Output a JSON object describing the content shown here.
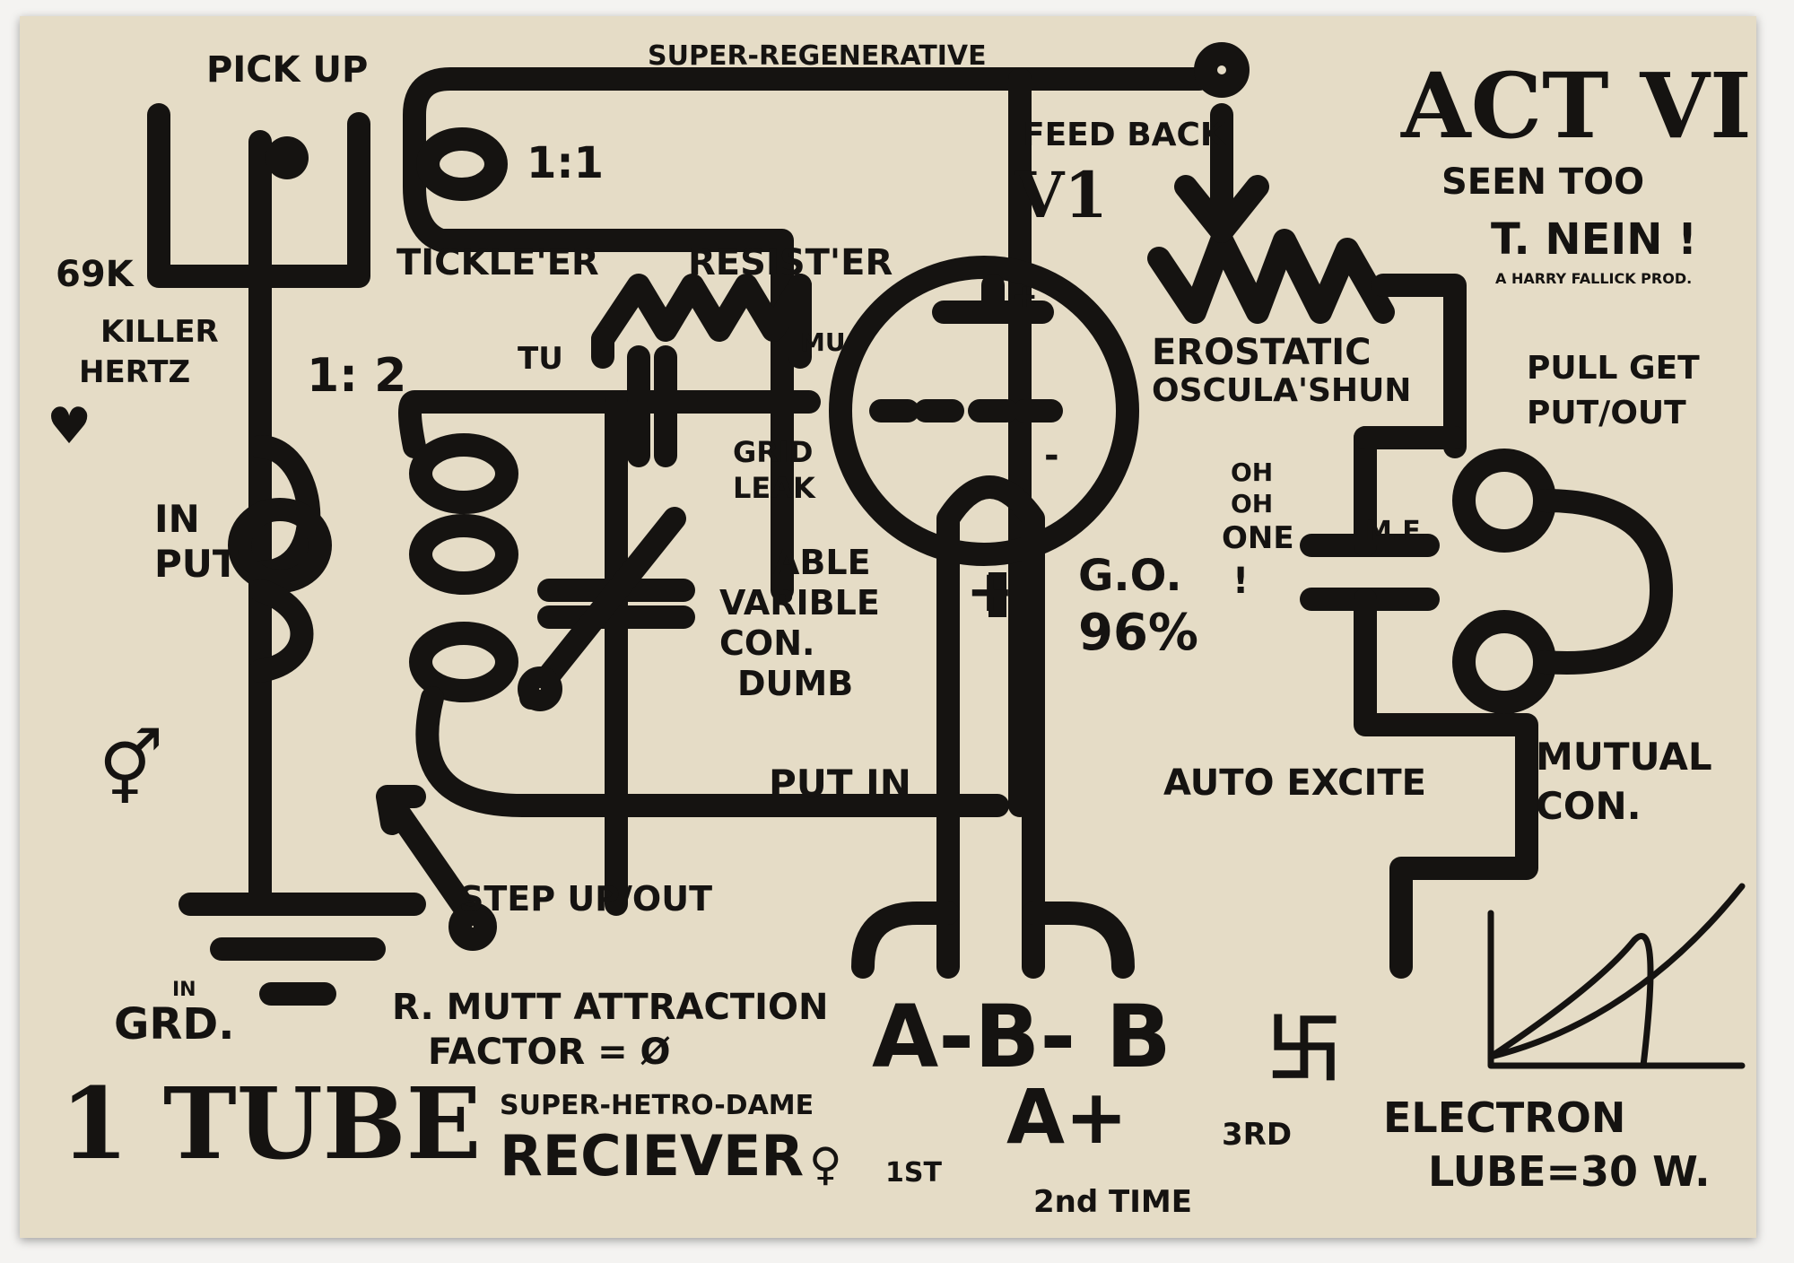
{
  "painting": {
    "colors": {
      "canvas": "#e5dcc6",
      "ink": "#151311",
      "wall": "#f4f3f1"
    },
    "labels": {
      "pick_up": "PICK UP",
      "super_regen": "SUPER-REGENERATIVE",
      "ratio_1_1": "1:1",
      "feed_back": "FEED BACK",
      "v1": "V1",
      "act": "ACT VI",
      "seen_too": "SEEN TOO",
      "t_nein": "T. NEIN !",
      "harry": "A HARRY FALLICK PROD.",
      "k69": "69K",
      "killer": "KILLER",
      "hertz": "HERTZ",
      "tickle": "TICKLE'ER",
      "resist": "RESIST'ER",
      "tu": "TU",
      "mu": "MU",
      "ratio_1_2": "1: 2",
      "erostatic": "EROSTATIC",
      "osculashun": "OSCULA'SHUN",
      "pull_get": "PULL GET",
      "put_out": "PUT/OUT",
      "grid": "GRID",
      "leak": "LEAK",
      "oh1": "OH",
      "oh2": "OH",
      "one": "ONE",
      "excl": "!",
      "mf": "M.F.",
      "in": "IN",
      "put": "PUT",
      "able": "ABLE",
      "varible": "VARIBLE",
      "con": "CON.",
      "dumb": "DUMB",
      "go": "G.O.",
      "pct": "96%",
      "put_in": "PUT IN",
      "auto_excite": "AUTO EXCITE",
      "mutual": "MUTUAL",
      "mutual_con": "CON.",
      "step_up": "STEP UP/OUT",
      "in_small": "IN",
      "grd": "GRD.",
      "rmutt": "R. MUTT ATTRACTION",
      "factor": "FACTOR = Ø",
      "abb": "A-B- B",
      "aplus": "A+",
      "first": "1ST",
      "third": "3RD",
      "second": "2nd TIME",
      "one_tube": "1 TUBE",
      "super_hetro": "SUPER-HETRO-DAME",
      "reciever": "RECIEVER",
      "electron": "ELECTRON",
      "lube": "LUBE=30 W.",
      "plus_top": "+",
      "plus_bottom": "+",
      "minus": "-"
    },
    "icons": {
      "heart_arrow": "heart-arrow-icon",
      "male_female": "male-female-symbol-icon",
      "venus": "venus-symbol-icon",
      "swastika": "swastika-icon",
      "graph": "graph-sketch-icon"
    }
  }
}
